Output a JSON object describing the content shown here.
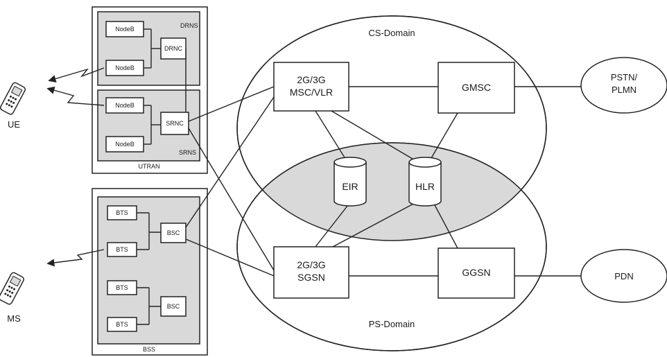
{
  "utran": {
    "label": "UTRAN",
    "drns": {
      "label": "DRNS",
      "rnc": "DRNC",
      "nodes": [
        "NodeB",
        "NodeB"
      ]
    },
    "srns": {
      "label": "SRNS",
      "rnc": "SRNC",
      "nodes": [
        "NodeB",
        "NodeB"
      ]
    }
  },
  "bss": {
    "label": "BSS",
    "group1": {
      "controller": "BSC",
      "stations": [
        "BTS",
        "BTS"
      ]
    },
    "group2": {
      "controller": "BSC",
      "stations": [
        "BTS",
        "BTS"
      ]
    }
  },
  "terminals": {
    "ue": "UE",
    "ms": "MS"
  },
  "core": {
    "cs_domain": "CS-Domain",
    "ps_domain": "PS-Domain",
    "msc_line1": "2G/3G",
    "msc_line2": "MSC/VLR",
    "gmsc": "GMSC",
    "eir": "EIR",
    "hlr": "HLR",
    "sgsn_line1": "2G/3G",
    "sgsn_line2": "SGSN",
    "ggsn": "GGSN"
  },
  "external": {
    "pstn_line1": "PSTN/",
    "pstn_line2": "PLMN",
    "pdn": "PDN"
  },
  "colors": {
    "shade": "#d9d9d9",
    "line": "#222222"
  }
}
